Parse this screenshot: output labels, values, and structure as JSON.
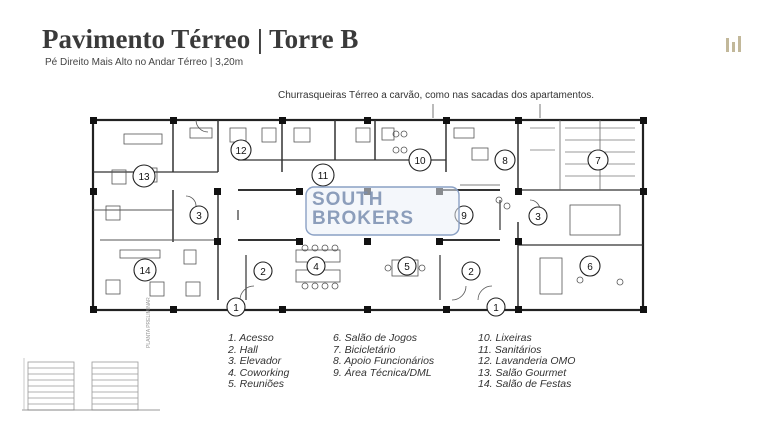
{
  "header": {
    "title": "Pavimento Térreo | Torre B",
    "subtitle": "Pé Direito Mais Alto no Andar Térreo | 3,20m"
  },
  "note": "Churrasqueiras Térreo a carvão, como nas sacadas dos apartamentos.",
  "watermark": {
    "line1": "SOUTH",
    "line2": "BROKERS"
  },
  "building_label": "PLANTA PRELIMINAR",
  "legend": {
    "col1": [
      "1.   Acesso",
      "2.   Hall",
      "3.   Elevador",
      "4.   Coworking",
      "5.   Reuniões"
    ],
    "col2": [
      "6. Salão de Jogos",
      "7. Bicicletário",
      "8. Apoio Funcionários",
      "9. Área Técnica/DML"
    ],
    "col3": [
      "10. Lixeiras",
      "11. Sanitários",
      "12. Lavanderia OMO",
      "13. Salão Gourmet",
      "14. Salão de Festas"
    ]
  },
  "markers": {
    "m1a": "1",
    "m1b": "1",
    "m2a": "2",
    "m2b": "2",
    "m3a": "3",
    "m3b": "3",
    "m4": "4",
    "m5": "5",
    "m6": "6",
    "m7": "7",
    "m8": "8",
    "m9": "9",
    "m10": "10",
    "m11": "11",
    "m12": "12",
    "m13": "13",
    "m14": "14"
  },
  "colors": {
    "wall": "#222222",
    "line": "#555555",
    "accent": "#c2b89a"
  }
}
